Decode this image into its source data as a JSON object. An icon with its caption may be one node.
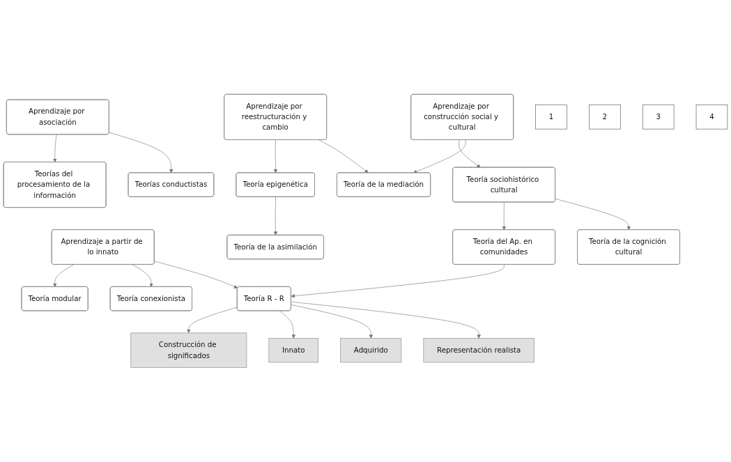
{
  "diagram": {
    "nodes": [
      {
        "text": [
          "Construcción de significados"
        ]
      },
      {
        "text": [
          "4"
        ]
      },
      {
        "text": [
          "Aprendizaje por construcción social y cultural"
        ]
      },
      {
        "text": [
          "3"
        ]
      },
      {
        "text": [
          "Aprendizaje por reestructuración y cambio"
        ]
      },
      {
        "text": [
          "Teoría sociohistórico cultural"
        ]
      },
      {
        "text": [
          "Teoría de la mediación"
        ]
      },
      {
        "text": [
          "Teoría del Ap. en comunidades"
        ]
      },
      {
        "text": [
          "Teoría epigenética"
        ]
      },
      {
        "text": [
          "Teoría de la asimilación"
        ]
      },
      {
        "text": [
          "Teoría de la cognición cultural"
        ]
      },
      {
        "text": [
          "Innato"
        ]
      },
      {
        "text": [
          "Teoría R - R"
        ]
      },
      {
        "text": [
          "Adquirido"
        ]
      },
      {
        "text": [
          "Teoría conexionista"
        ]
      },
      {
        "text": [
          "Teoría modular"
        ]
      },
      {
        "text": [
          "Teorías del procesamiento de la información"
        ]
      },
      {
        "text": [
          "Teorías conductistas"
        ]
      },
      {
        "text": [
          "Aprendizaje a partir de lo innato"
        ]
      },
      {
        "text": [
          "2"
        ]
      },
      {
        "text": [
          "Aprendizaje por asociación"
        ]
      },
      {
        "text": [
          "1"
        ]
      },
      {
        "text": [
          "Representación realista"
        ]
      }
    ],
    "edges": [
      {
        "from": 12,
        "to": 0,
        "arrow": "to"
      },
      {
        "from": 12,
        "to": 11,
        "arrow": "to"
      },
      {
        "from": 12,
        "to": 13,
        "arrow": "to"
      },
      {
        "from": 12,
        "to": 22,
        "arrow": "to"
      },
      {
        "from": 2,
        "to": 5,
        "arrow": "to"
      },
      {
        "from": 2,
        "to": 6,
        "arrow": "to"
      },
      {
        "from": 4,
        "to": 8,
        "arrow": "to"
      },
      {
        "from": 4,
        "to": 6,
        "arrow": "to"
      },
      {
        "from": 5,
        "to": 7,
        "arrow": "to"
      },
      {
        "from": 5,
        "to": 10,
        "arrow": "to"
      },
      {
        "from": 8,
        "to": 9,
        "arrow": "to"
      },
      {
        "from": 7,
        "to": 12,
        "arrow": "to"
      },
      {
        "from": 18,
        "to": 15,
        "arrow": "to"
      },
      {
        "from": 18,
        "to": 14,
        "arrow": "to"
      },
      {
        "from": 18,
        "to": 12,
        "arrow": "to"
      },
      {
        "from": 20,
        "to": 16,
        "arrow": "to"
      },
      {
        "from": 20,
        "to": 17,
        "arrow": "to"
      }
    ]
  }
}
